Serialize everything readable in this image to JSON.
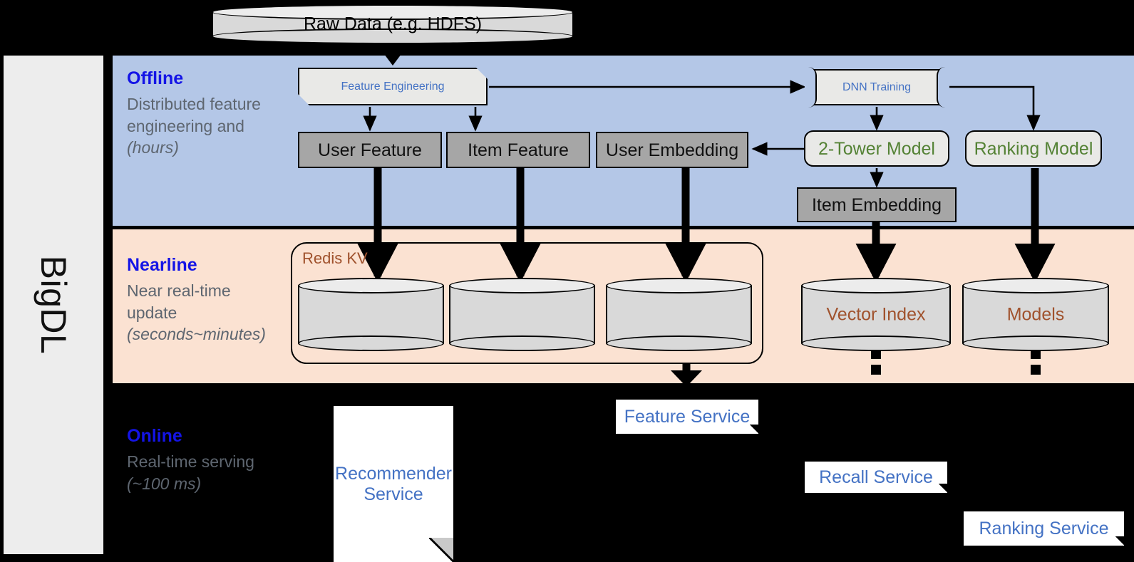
{
  "rail": {
    "label": "BigDL"
  },
  "bands": {
    "offline": {
      "title": "Offline",
      "subtitle": "Distributed feature engineering and ",
      "subtitle_em": "(hours)",
      "bg": "#B4C7E7"
    },
    "nearline": {
      "title": "Nearline",
      "subtitle": "Near real-time update ",
      "subtitle_em": "(seconds~minutes)",
      "bg": "#FBE2D2"
    },
    "online": {
      "title": "Online",
      "subtitle": "Real-time serving ",
      "subtitle_em": "(~100 ms)",
      "bg": "#000000"
    }
  },
  "source": {
    "raw_data": "Raw Data (e.g. HDFS)"
  },
  "offline": {
    "feature_engineering": "Feature Engineering",
    "dnn_training": "DNN Training",
    "user_feature": "User Feature",
    "item_feature": "Item Feature",
    "user_embedding": "User Embedding",
    "two_tower_model": "2-Tower Model",
    "ranking_model": "Ranking Model",
    "item_embedding": "Item Embedding"
  },
  "nearline": {
    "redis_kv": "Redis KV",
    "stores": [
      "",
      "",
      ""
    ],
    "vector_index": "Vector Index",
    "models": "Models"
  },
  "online": {
    "recommender_service": "Recommender Service",
    "feature_service": "Feature Service",
    "recall_service": "Recall Service",
    "ranking_service": "Ranking Service"
  },
  "colors": {
    "accent_blue": "#4472C4",
    "title_blue": "#1414E6",
    "green": "#548235",
    "brown": "#A0522D",
    "gray_box": "#A6A6A6",
    "light_box": "#E9E9E7",
    "offline_bg": "#B4C7E7",
    "nearline_bg": "#FBE2D2",
    "rail_bg": "#EDEDED"
  }
}
